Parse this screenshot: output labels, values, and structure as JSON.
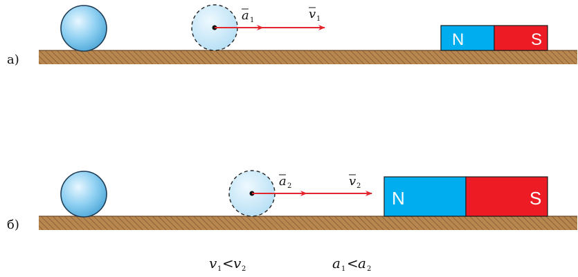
{
  "panels": [
    {
      "label": "а)",
      "magnet": {
        "north": "N",
        "south": "S"
      },
      "vectors": {
        "accel": {
          "symbol": "a",
          "subscript": "1"
        },
        "velocity": {
          "symbol": "v",
          "subscript": "1"
        }
      }
    },
    {
      "label": "б)",
      "magnet": {
        "north": "N",
        "south": "S"
      },
      "vectors": {
        "accel": {
          "symbol": "a",
          "subscript": "2"
        },
        "velocity": {
          "symbol": "v",
          "subscript": "2"
        }
      }
    }
  ],
  "relations": {
    "velocity": {
      "left": "v",
      "left_sub": "1",
      "op": "<",
      "right": "v",
      "right_sub": "2"
    },
    "accel": {
      "left": "a",
      "left_sub": "1",
      "op": "<",
      "right": "a",
      "right_sub": "2"
    }
  },
  "colors": {
    "ground": "#b8864f",
    "ground_hatch": "#7a5530",
    "ball": "#8fd0f2",
    "ball_ghost": "#c5e7f8",
    "magnet_north": "#00aeef",
    "magnet_south": "#ed1c24",
    "arrow": "#e3262b"
  }
}
